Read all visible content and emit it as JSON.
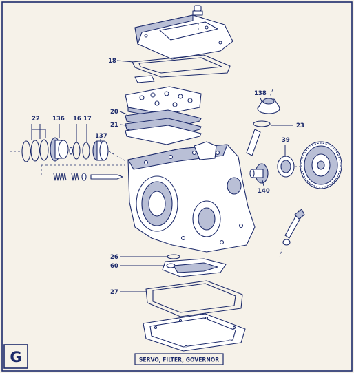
{
  "section_letter": "G",
  "caption": "SERVO, FILTER, GOVERNOR",
  "colors": {
    "ink": "#1d2b6b",
    "paper": "#f6f2e9",
    "part_fill": "#ffffff",
    "shade": "#b9bfd6"
  },
  "callouts": {
    "c18": "18",
    "c20": "20",
    "c21": "21",
    "c22": "22",
    "c136": "136",
    "c16": "16",
    "c17": "17",
    "c137": "137",
    "c138": "138",
    "c23": "23",
    "c39": "39",
    "c140": "140",
    "c26": "26",
    "c60": "60",
    "c27": "27"
  }
}
